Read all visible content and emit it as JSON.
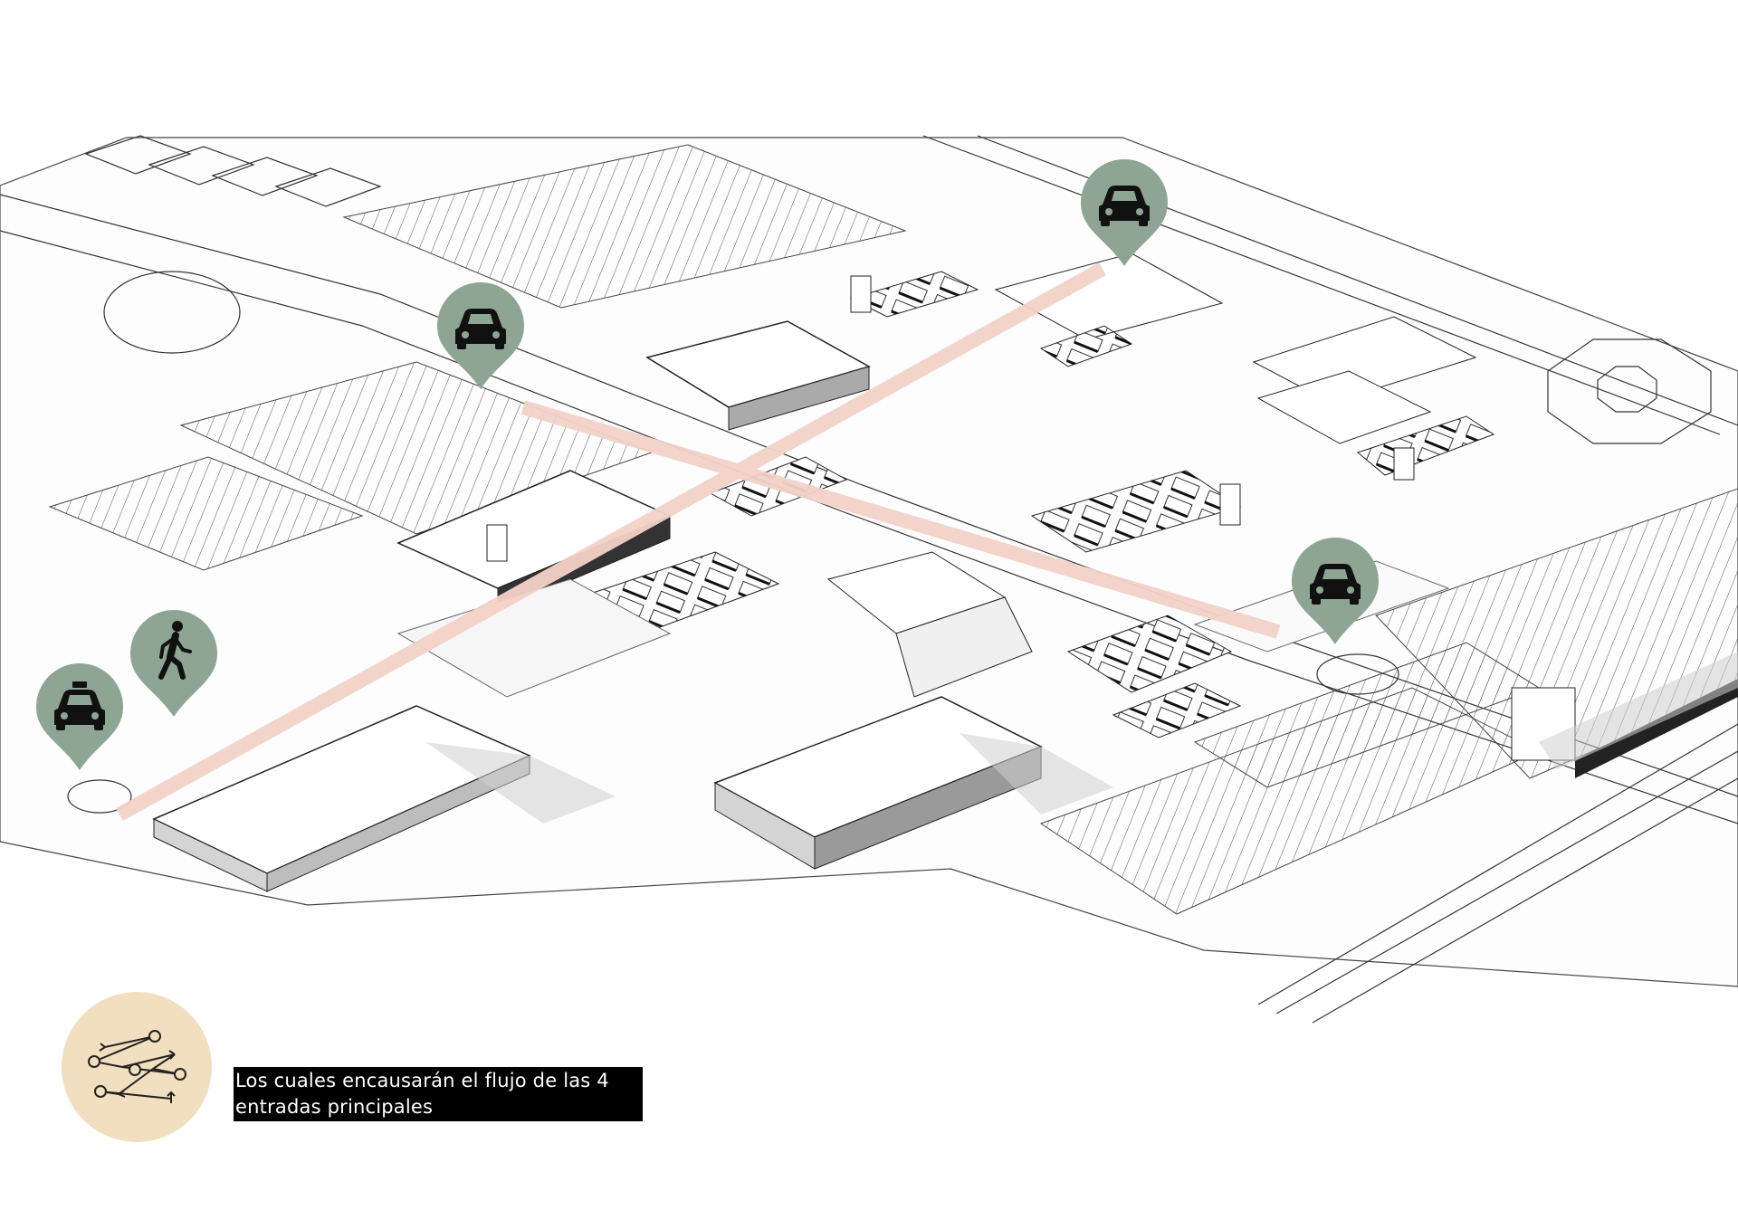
{
  "caption": {
    "line1": "Los cuales encausarán el flujo de las 4",
    "line2": "entradas principales"
  },
  "markers": [
    {
      "id": "car-marker-north",
      "icon": "car-icon"
    },
    {
      "id": "car-marker-northeast",
      "icon": "car-icon"
    },
    {
      "id": "car-marker-east",
      "icon": "car-icon"
    },
    {
      "id": "pedestrian-marker",
      "icon": "walking-person-icon"
    },
    {
      "id": "taxi-marker",
      "icon": "taxi-icon"
    }
  ],
  "legend": {
    "icon": "flow-network-icon"
  },
  "colors": {
    "marker": "#8fa593",
    "axis": "#f3d2c8",
    "legend_badge": "#f2dfc0",
    "linework": "#2b2b2b",
    "shadow": "#cfcfcf",
    "caption_bg": "#000000",
    "caption_text": "#ffffff"
  }
}
